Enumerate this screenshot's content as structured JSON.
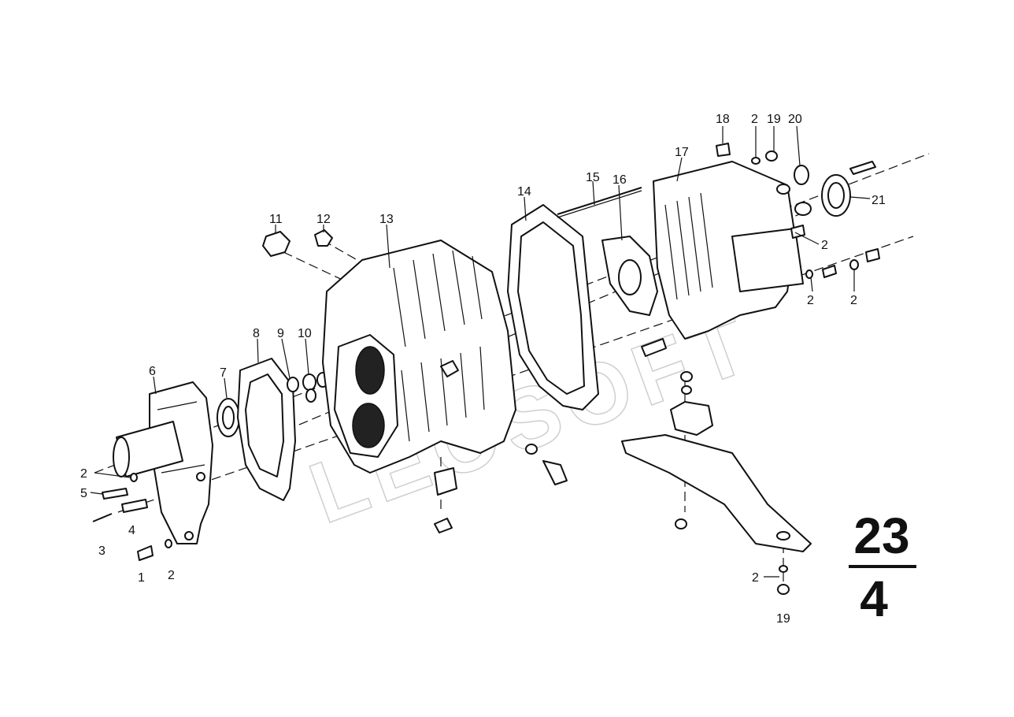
{
  "diagram": {
    "watermark": "LEOSOFT",
    "group_number": {
      "top": "23",
      "bottom": "4"
    },
    "callouts": [
      {
        "id": "c1",
        "text": "1"
      },
      {
        "id": "c2a",
        "text": "2"
      },
      {
        "id": "c2b",
        "text": "2"
      },
      {
        "id": "c2c",
        "text": "2"
      },
      {
        "id": "c2d",
        "text": "2"
      },
      {
        "id": "c2e",
        "text": "2"
      },
      {
        "id": "c2f",
        "text": "2"
      },
      {
        "id": "c2g",
        "text": "2"
      },
      {
        "id": "c3",
        "text": "3"
      },
      {
        "id": "c4",
        "text": "4"
      },
      {
        "id": "c5",
        "text": "5"
      },
      {
        "id": "c6",
        "text": "6"
      },
      {
        "id": "c7",
        "text": "7"
      },
      {
        "id": "c8",
        "text": "8"
      },
      {
        "id": "c9",
        "text": "9"
      },
      {
        "id": "c10",
        "text": "10"
      },
      {
        "id": "c11",
        "text": "11"
      },
      {
        "id": "c12",
        "text": "12"
      },
      {
        "id": "c13",
        "text": "13"
      },
      {
        "id": "c14",
        "text": "14"
      },
      {
        "id": "c15",
        "text": "15"
      },
      {
        "id": "c16",
        "text": "16"
      },
      {
        "id": "c17",
        "text": "17"
      },
      {
        "id": "c18",
        "text": "18"
      },
      {
        "id": "c19a",
        "text": "19"
      },
      {
        "id": "c19b",
        "text": "19"
      },
      {
        "id": "c20",
        "text": "20"
      },
      {
        "id": "c21",
        "text": "21"
      }
    ]
  }
}
